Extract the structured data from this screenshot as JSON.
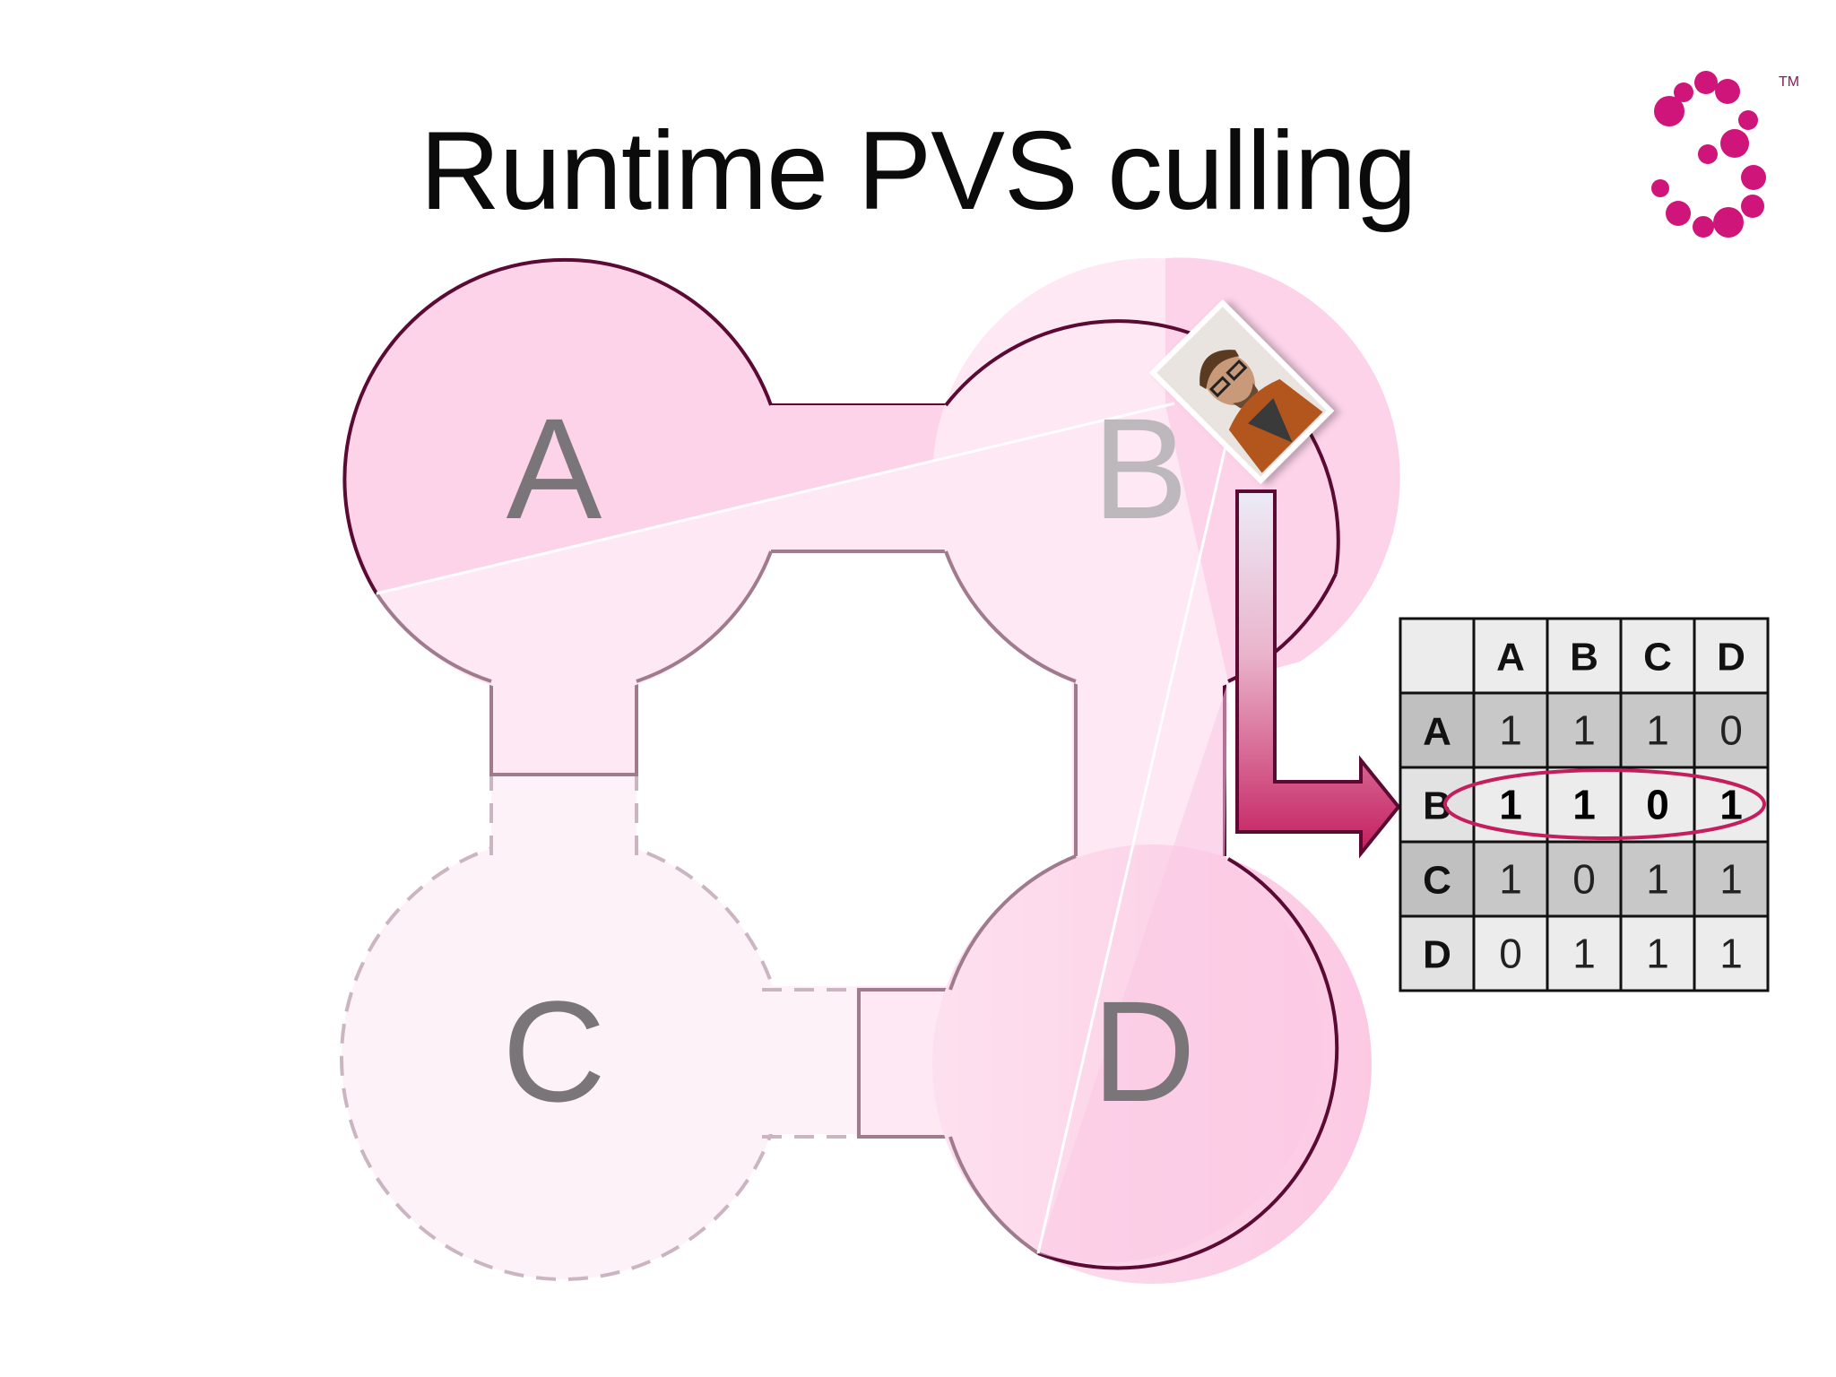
{
  "slide": {
    "title": "Runtime PVS culling",
    "trademark": "TM",
    "colors": {
      "room_fill": "#fdd3ea",
      "room_fill_light": "#fde8f3",
      "room_fill_faded": "#fdf2f8",
      "outline_dark": "#5a0a33",
      "outline_mid": "#a07a8d",
      "outline_faded": "#cbb5c0",
      "label_grey": "#7a7578",
      "accent": "#c41e5e",
      "logo": "#d0157a"
    }
  },
  "diagram": {
    "rooms": [
      {
        "id": "A",
        "label": "A",
        "state": "visible"
      },
      {
        "id": "B",
        "label": "B",
        "state": "current"
      },
      {
        "id": "C",
        "label": "C",
        "state": "culled"
      },
      {
        "id": "D",
        "label": "D",
        "state": "visible"
      }
    ],
    "camera_icon": "player-portrait-icon",
    "arrow_icon": "lookup-arrow-icon"
  },
  "pvs_table": {
    "columns": [
      "A",
      "B",
      "C",
      "D"
    ],
    "rows": [
      {
        "label": "A",
        "values": [
          "1",
          "1",
          "1",
          "0"
        ]
      },
      {
        "label": "B",
        "values": [
          "1",
          "1",
          "0",
          "1"
        ],
        "highlighted": true
      },
      {
        "label": "C",
        "values": [
          "1",
          "0",
          "1",
          "1"
        ]
      },
      {
        "label": "D",
        "values": [
          "0",
          "1",
          "1",
          "1"
        ]
      }
    ]
  }
}
